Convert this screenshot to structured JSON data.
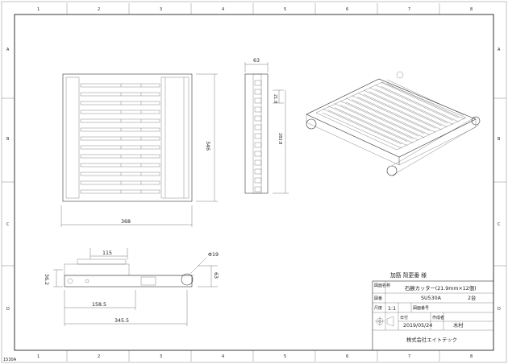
{
  "border": {
    "columns": [
      "1",
      "2",
      "3",
      "4",
      "5",
      "6",
      "7",
      "8"
    ],
    "rows": [
      "A",
      "B",
      "C",
      "D"
    ],
    "corner_code": "1530A"
  },
  "dimensions": {
    "top_width": "63",
    "front_height": "346",
    "front_width": "368",
    "side_sub_a": "21.9",
    "side_sub_b": "283.8",
    "bottom_dim_115": "115",
    "bottom_dim_phi": "Φ19",
    "bottom_dim_height": "36.2",
    "bottom_dim_63": "63",
    "bottom_dim_158": "158.5",
    "bottom_dim_345": "345.5"
  },
  "title_block": {
    "header": "加筋 殻更番 様",
    "row1_label": "図面名称",
    "row1_value": "石鹸カッター(21.9mm×12個)",
    "row2_label": "図番",
    "row2_value": "SU530A",
    "row2_qty": "2台",
    "row3_label": "尺度",
    "row3_value": "1:1",
    "row3_label2": "図面番号",
    "row4_date_label": "日付",
    "row4_date": "2019/05/24",
    "row4_author_label": "作成者",
    "row4_author": "木村",
    "company": "株式会社エイトテック"
  }
}
